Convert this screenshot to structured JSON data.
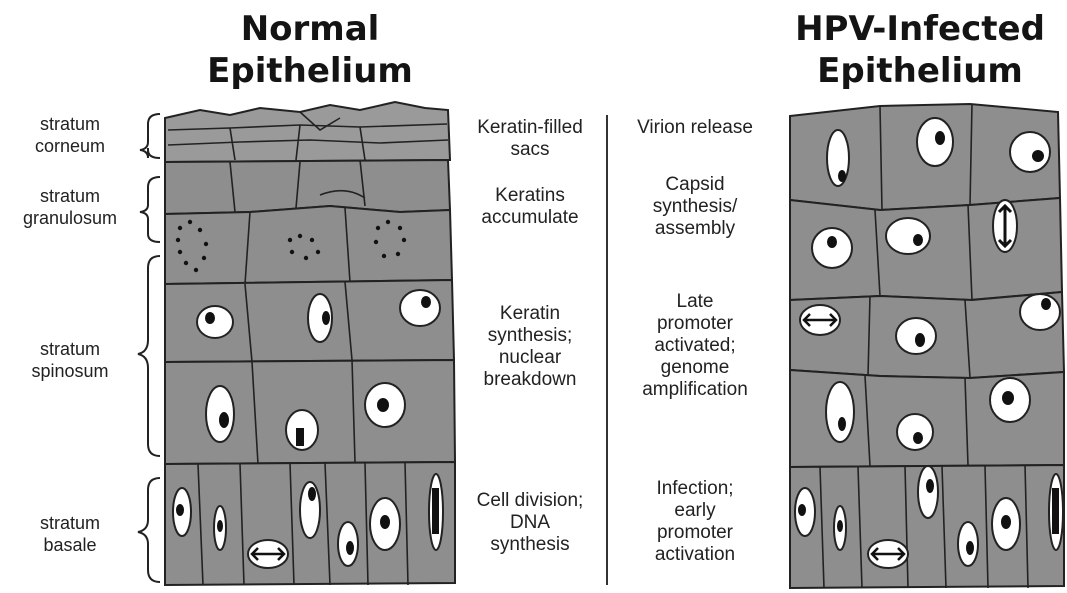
{
  "normal": {
    "title_line1": "Normal",
    "title_line2": "Epithelium",
    "layers": [
      {
        "line1": "stratum",
        "line2": "corneum"
      },
      {
        "line1": "stratum",
        "line2": "granulosum"
      },
      {
        "line1": "stratum",
        "line2": "spinosum"
      },
      {
        "line1": "stratum",
        "line2": "basale"
      }
    ],
    "processes": [
      {
        "lines": [
          "Keratin-filled",
          "sacs"
        ]
      },
      {
        "lines": [
          "Keratins",
          "accumulate"
        ]
      },
      {
        "lines": [
          "Keratin",
          "synthesis;",
          "nuclear",
          "breakdown"
        ]
      },
      {
        "lines": [
          "Cell division;",
          "DNA",
          "synthesis"
        ]
      }
    ]
  },
  "infected": {
    "title_line1": "HPV-Infected",
    "title_line2": "Epithelium",
    "processes": [
      {
        "lines": [
          "Virion release"
        ]
      },
      {
        "lines": [
          "Capsid",
          "synthesis/",
          "assembly"
        ]
      },
      {
        "lines": [
          "Late",
          "promoter",
          "activated;",
          "genome",
          "amplification"
        ]
      },
      {
        "lines": [
          "Infection;",
          "early",
          "promoter",
          "activation"
        ]
      }
    ]
  },
  "colors": {
    "cell_fill": "#8e8e8e",
    "outline": "#222222",
    "nucleus": "#ffffff"
  }
}
